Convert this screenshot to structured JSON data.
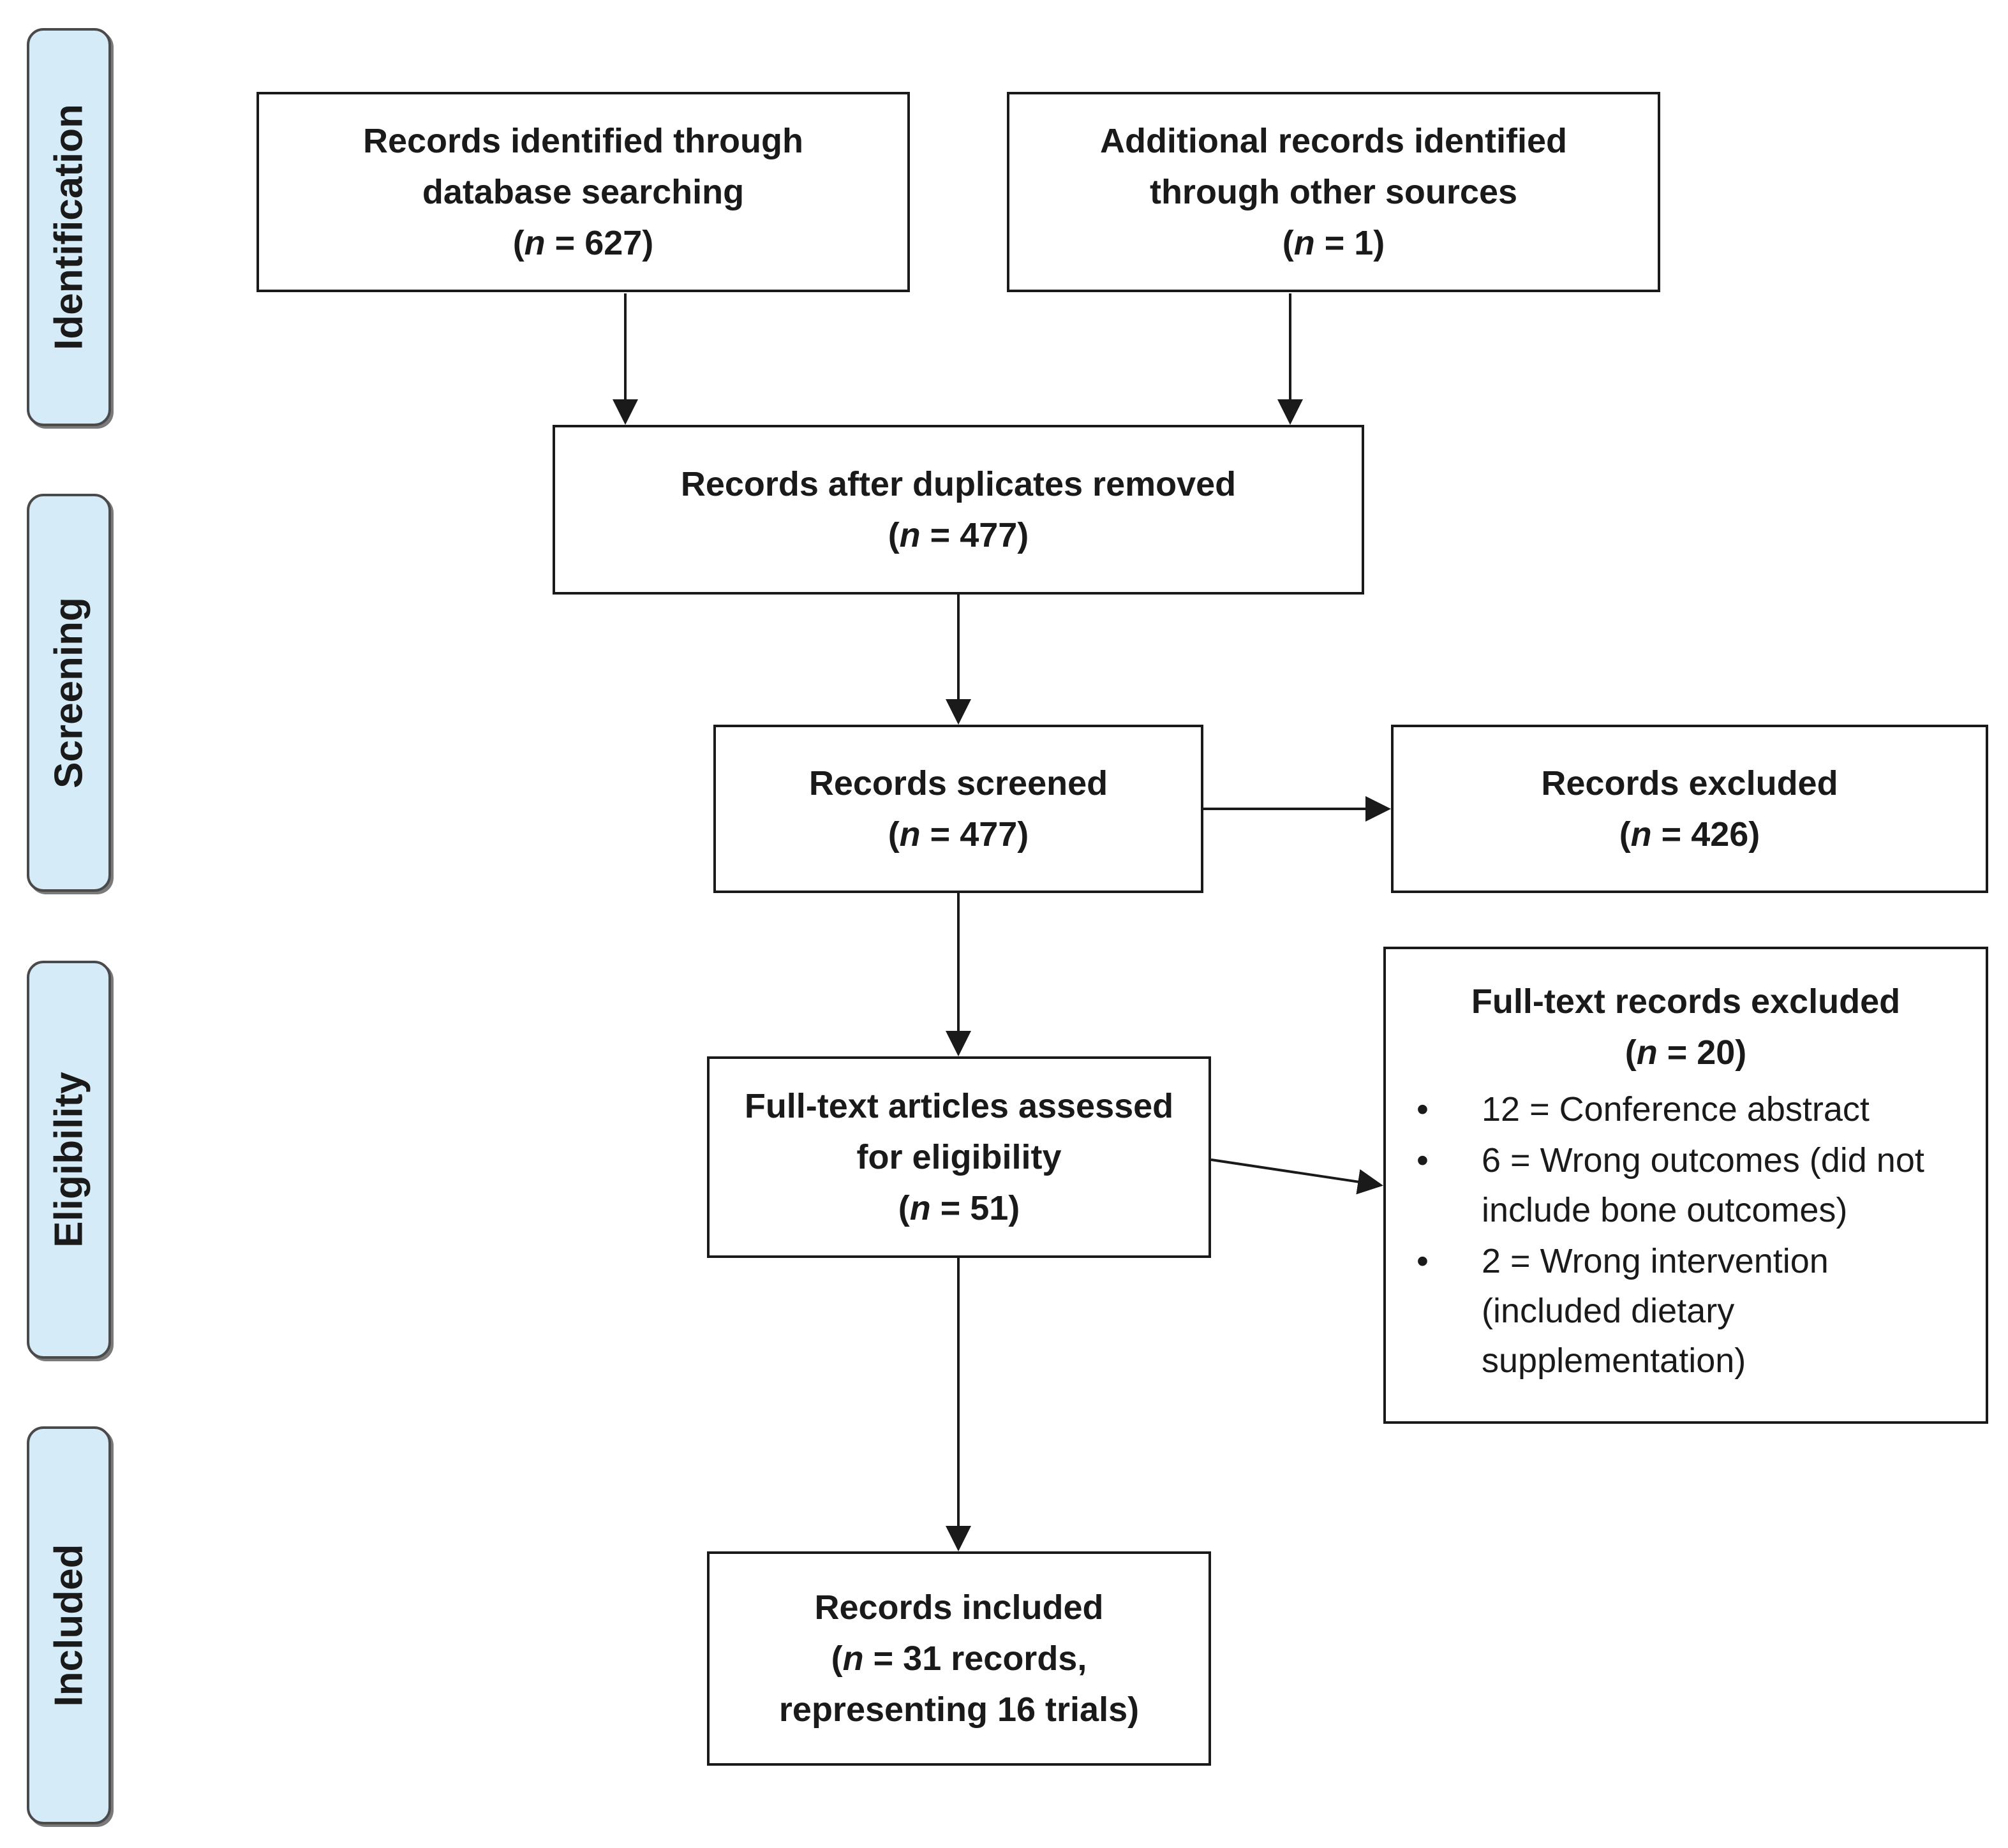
{
  "phases": {
    "identification": "Identification",
    "screening": "Screening",
    "eligibility": "Eligibility",
    "included": "Included"
  },
  "boxes": {
    "database": {
      "line1": "Records identified through",
      "line2": "database searching",
      "n_prefix": "(",
      "n_var": "n",
      "n_suffix": " = 627)"
    },
    "other_sources": {
      "line1": "Additional records identified",
      "line2": "through other sources",
      "n_prefix": "(",
      "n_var": "n",
      "n_suffix": " = 1)"
    },
    "duplicates_removed": {
      "line1": "Records after duplicates removed",
      "n_prefix": "(",
      "n_var": "n",
      "n_suffix": " = 477)"
    },
    "screened": {
      "line1": "Records screened",
      "n_prefix": "(",
      "n_var": "n",
      "n_suffix": " = 477)"
    },
    "excluded": {
      "line1": "Records excluded",
      "n_prefix": "(",
      "n_var": "n",
      "n_suffix": " = 426)"
    },
    "fulltext_assessed": {
      "line1": "Full-text articles assessed",
      "line2": "for eligibility",
      "n_prefix": "(",
      "n_var": "n",
      "n_suffix": " = 51)"
    },
    "fulltext_excluded": {
      "line1": "Full-text records excluded",
      "n_prefix": "(",
      "n_var": "n",
      "n_suffix": " = 20)",
      "reasons": [
        "12 = Conference abstract",
        "6 = Wrong outcomes (did not include bone outcomes)",
        "2 = Wrong intervention (included dietary supplementation)"
      ]
    },
    "included": {
      "line1": "Records included",
      "n_prefix": "(",
      "n_var": "n",
      "n_suffix": " = 31 records,",
      "line3": "representing 16 trials)"
    }
  }
}
